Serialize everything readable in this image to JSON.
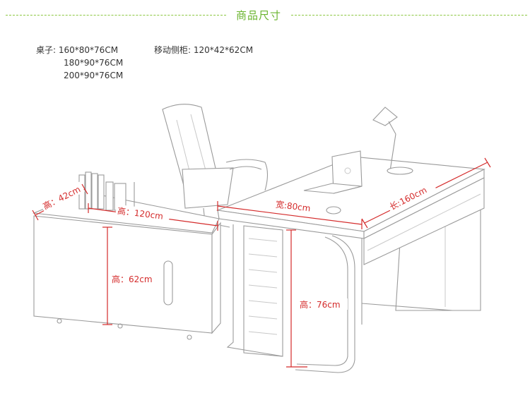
{
  "header": {
    "title": "商品尺寸"
  },
  "specs": {
    "desk": {
      "label": "桌子:",
      "sizes": [
        "160*80*76CM",
        "180*90*76CM",
        "200*90*76CM"
      ]
    },
    "cabinet": {
      "label": "移动侧柜:",
      "size": "120*42*62CM"
    }
  },
  "dimensions": {
    "cabinet_depth": "高：42cm",
    "cabinet_width": "高：120cm",
    "cabinet_height": "高：62cm",
    "desk_depth": "宽:80cm",
    "desk_length": "长:160cm",
    "desk_height": "高：76cm"
  },
  "colors": {
    "accent": "#6ab42e",
    "dimension": "#d42b2b",
    "line_art": "#9a9a9a"
  }
}
